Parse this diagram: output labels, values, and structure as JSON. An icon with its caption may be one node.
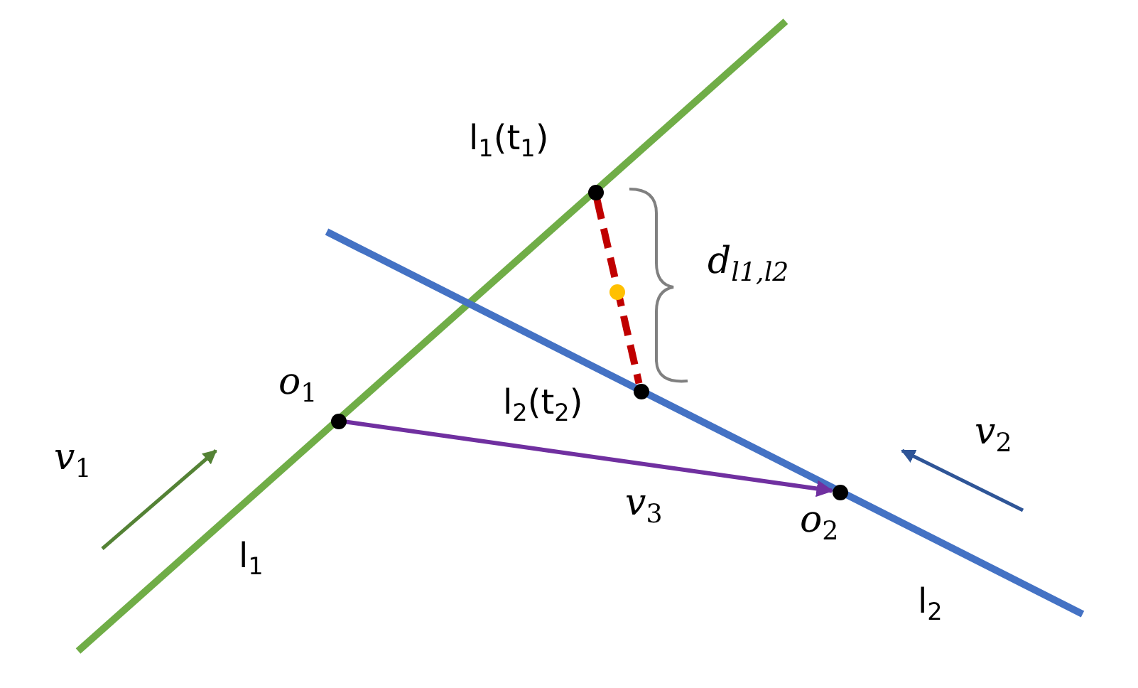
{
  "diagram": {
    "nodes": [
      {
        "text": [],
        "shape": "circle",
        "beside": [
          "*o*$_{1}$"
        ]
      },
      {
        "text": [],
        "shape": "circle",
        "beside": [
          "*o*$_{2}$"
        ]
      },
      {
        "text": [],
        "shape": "circle",
        "beside": [
          "l$_{1}$(t$_{1}$)"
        ]
      },
      {
        "text": [],
        "shape": "circle",
        "beside": [
          "l$_{2}$(t$_{2}$)"
        ]
      },
      {
        "text": [],
        "shape": "circle"
      }
    ],
    "edges": [
      {
        "from": 0,
        "to": 1,
        "arrow": "to",
        "label": "*v*$_{3}$",
        "color": "#7030a0"
      },
      {
        "from": 2,
        "to": 3,
        "arrow": "none",
        "style": "dashed",
        "color": "#c00000"
      }
    ],
    "labels": [
      "*v*$_{1}$",
      "*v*$_{2}$",
      "l$_{1}$",
      "l$_{2}$",
      "*d*$_{l1,l2}$"
    ]
  }
}
